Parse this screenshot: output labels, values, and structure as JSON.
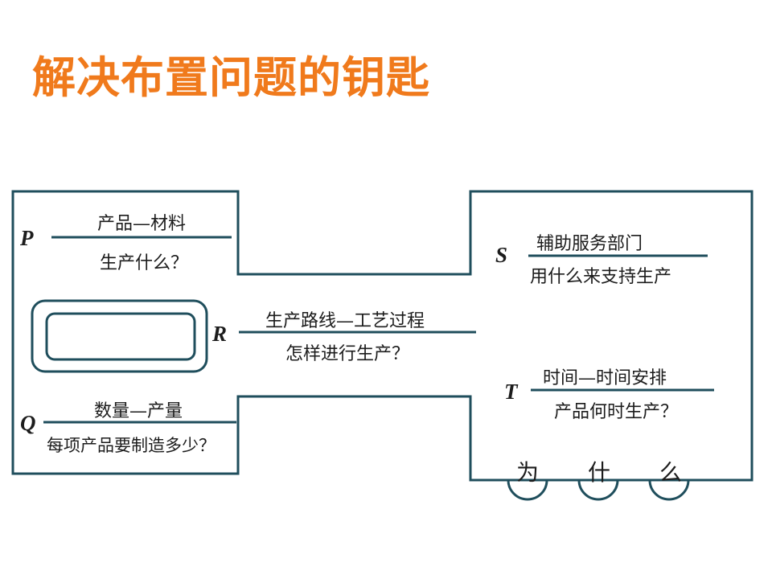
{
  "title": "解决布置问题的钥匙",
  "keys": {
    "p": {
      "letter": "P",
      "top": "产品—材料",
      "bottom": "生产什么？"
    },
    "q": {
      "letter": "Q",
      "top": "数量—产量",
      "bottom": "每项产品要制造多少？"
    },
    "r": {
      "letter": "R",
      "top": "生产路线—工艺过程",
      "bottom": "怎样进行生产？"
    },
    "s": {
      "letter": "S",
      "top": "辅助服务部门",
      "bottom": "用什么来支持生产"
    },
    "t": {
      "letter": "T",
      "top": "时间—时间安排",
      "bottom": "产品何时生产？"
    }
  },
  "why": [
    "为",
    "什",
    "么"
  ],
  "colors": {
    "frame": "#1f4e5c",
    "title": "#f07a1c",
    "text": "#1c1c1c"
  }
}
